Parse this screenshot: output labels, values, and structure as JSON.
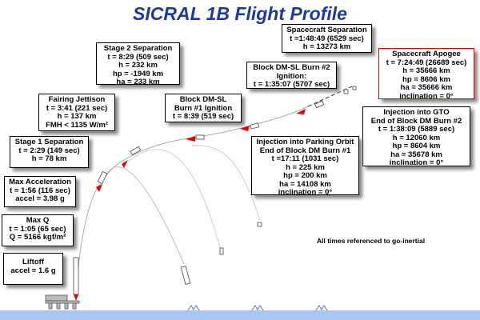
{
  "title": "SICRAL 1B Flight Profile",
  "note": "All times referenced to go-inertial",
  "events": {
    "stage2": {
      "l1": "Stage 2 Separation",
      "l2": "t = 8:29 (509 sec)",
      "l3": "h = 232 km",
      "l4": "hp = -1949 km",
      "l5": "ha = 233 km"
    },
    "sc_sep": {
      "l1": "Spacecraft Separation",
      "l2": "t =1:48:49 (6529 sec)",
      "l3": "h = 13273 km"
    },
    "apogee": {
      "l1": "Spacecraft Apogee",
      "l2": "t = 7:24:49 (26689 sec)",
      "l3": "h = 35666 km",
      "l4": "hp = 8606 km",
      "l5": "ha = 35666 km",
      "l6": "inclination = 0°"
    },
    "burn2": {
      "l1": "Block DM-SL Burn #2",
      "l2": "Ignition:",
      "l3": "t = 1:35:07 (5707 sec)"
    },
    "fairing": {
      "l1": "Fairing Jettison",
      "l2": "t = 3:41 (221 sec)",
      "l3": "h = 137 km",
      "l4": "FMH < 1135 W/m²"
    },
    "burn1": {
      "l1": "Block DM-SL",
      "l2": "Burn #1 Ignition",
      "l3": "t = 8:39 (519 sec)"
    },
    "gto": {
      "l1": "Injection into GTO",
      "l2": "End of Block DM Burn #2",
      "l3": "t = 1:38:09 (5889 sec)",
      "l4": "h = 12060 km",
      "l5": "hp = 8604 km",
      "l6": "ha = 35678 km",
      "l7": "inclination = 0°"
    },
    "parking": {
      "l1": "Injection into Parking Orbit",
      "l2": "End of Block DM Burn #1",
      "l3": "t =17:11 (1031 sec)",
      "l4": "h = 225 km",
      "l5": "hp = 200 km",
      "l6": "ha = 14108 km",
      "l7": "inclination = 0°"
    },
    "stage1": {
      "l1": "Stage 1 Separation",
      "l2": "t = 2:29 (149 sec)",
      "l3": "h = 78 km"
    },
    "maxacc": {
      "l1": "Max Acceleration",
      "l2": "t = 1:56 (116 sec)",
      "l3": "accel = 3.98 g"
    },
    "maxq": {
      "l1": "Max Q",
      "l2": "t = 1:05 (65 sec)",
      "l3": "Q = 5166 kgf/m²"
    },
    "liftoff": {
      "l1": "Liftoff",
      "l2": "accel = 1.6 g"
    }
  },
  "colors": {
    "title": "#1b3a9c",
    "ground": "#a8c4f0",
    "marker": "#e00000"
  }
}
